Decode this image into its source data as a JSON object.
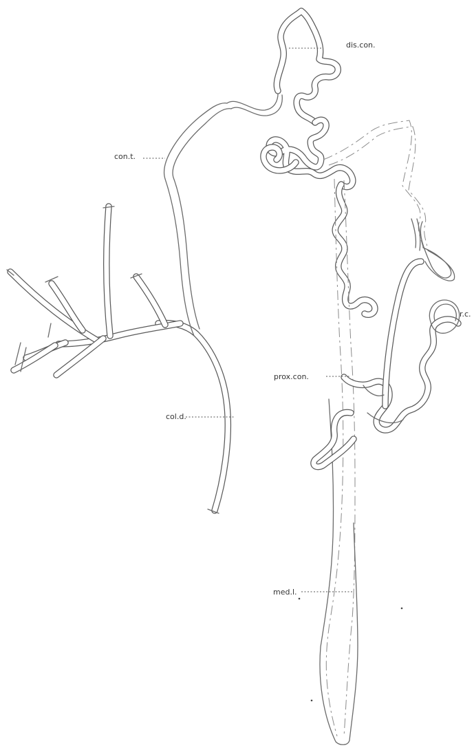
{
  "labels": {
    "dis_con": "dis.con.",
    "con_t": "con.t.",
    "r_c": "r.c.",
    "prox_con": "prox.con.",
    "col_d": "col.d.",
    "med_l": "med.l."
  },
  "colors": {
    "line": "#5a5a5a",
    "background": "#ffffff",
    "text": "#333333"
  }
}
